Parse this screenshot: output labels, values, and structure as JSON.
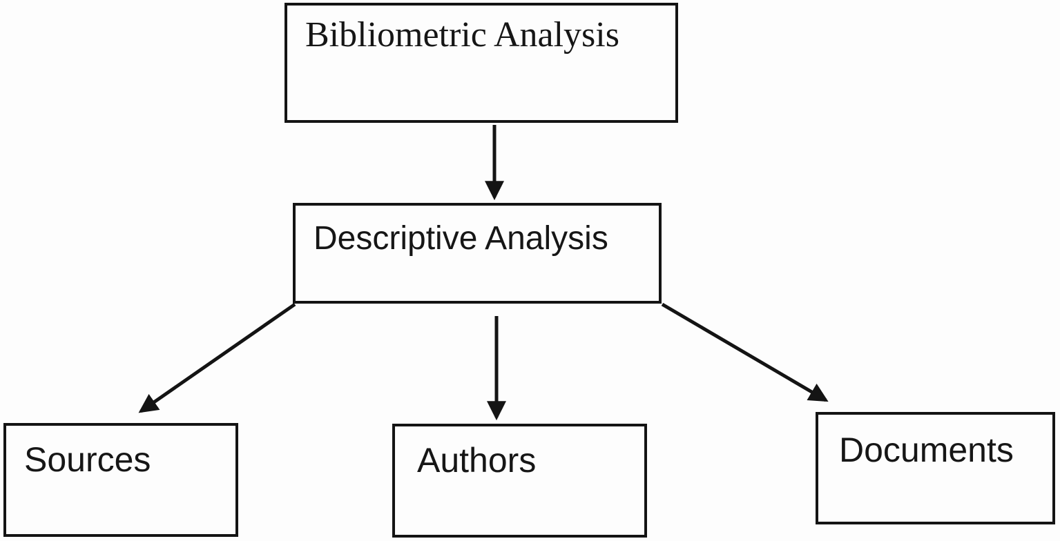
{
  "diagram": {
    "nodes": {
      "bibliometric": {
        "label": "Bibliometric Analysis"
      },
      "descriptive": {
        "label": "Descriptive Analysis"
      },
      "sources": {
        "label": "Sources"
      },
      "authors": {
        "label": "Authors"
      },
      "documents": {
        "label": "Documents"
      }
    },
    "edges": [
      {
        "from": "Bibliometric Analysis",
        "to": "Descriptive Analysis"
      },
      {
        "from": "Descriptive Analysis",
        "to": "Sources"
      },
      {
        "from": "Descriptive Analysis",
        "to": "Authors"
      },
      {
        "from": "Descriptive Analysis",
        "to": "Documents"
      }
    ],
    "colors": {
      "line": "#141414",
      "box_border": "#141414",
      "text": "#161616",
      "background": "#fdfdfd"
    }
  }
}
